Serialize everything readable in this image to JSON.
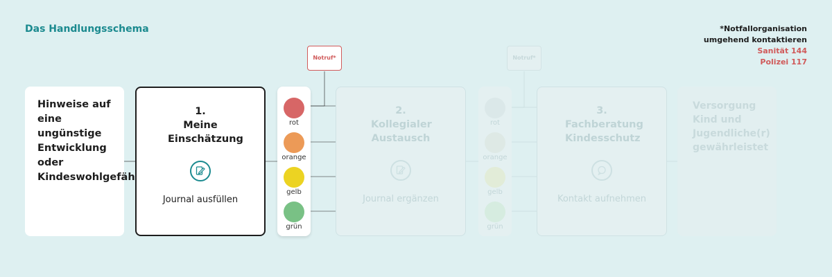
{
  "title": "Das Handlungsschema",
  "emergency": {
    "line1": "*Notfallorganisation",
    "line2": "umgehend kontaktieren",
    "sanitaet": "Sanität 144",
    "polizei": "Polizei 117"
  },
  "intro": {
    "text": "Hinweise auf eine ungünstige Entwicklung oder Kindeswohlgefährdung"
  },
  "steps": [
    {
      "number": "1.",
      "title": "Meine Einschätzung",
      "action": "Journal ausfüllen",
      "state": "active"
    },
    {
      "number": "2.",
      "title": "Kollegialer Austausch",
      "action": "Journal ergänzen",
      "state": "faded"
    },
    {
      "number": "3.",
      "title": "Fachberatung Kindesschutz",
      "action": "Kontakt aufnehmen",
      "state": "faded"
    }
  ],
  "lights": [
    {
      "label": "rot",
      "color": "#d76666",
      "faded": "#dbe8e9"
    },
    {
      "label": "orange",
      "color": "#ec9a57",
      "faded": "#dee9e5"
    },
    {
      "label": "gelb",
      "color": "#ecd322",
      "faded": "#e2ecd8"
    },
    {
      "label": "grün",
      "color": "#79c185",
      "faded": "#d6ece0"
    }
  ],
  "notruf": {
    "label": "Notruf*"
  },
  "final": {
    "text": "Versorgung Kind und Jugendliche(r) gewährleistet"
  },
  "colors": {
    "accent": "#1b8a8f",
    "alert": "#d05a5a",
    "background": "#def0f1"
  }
}
